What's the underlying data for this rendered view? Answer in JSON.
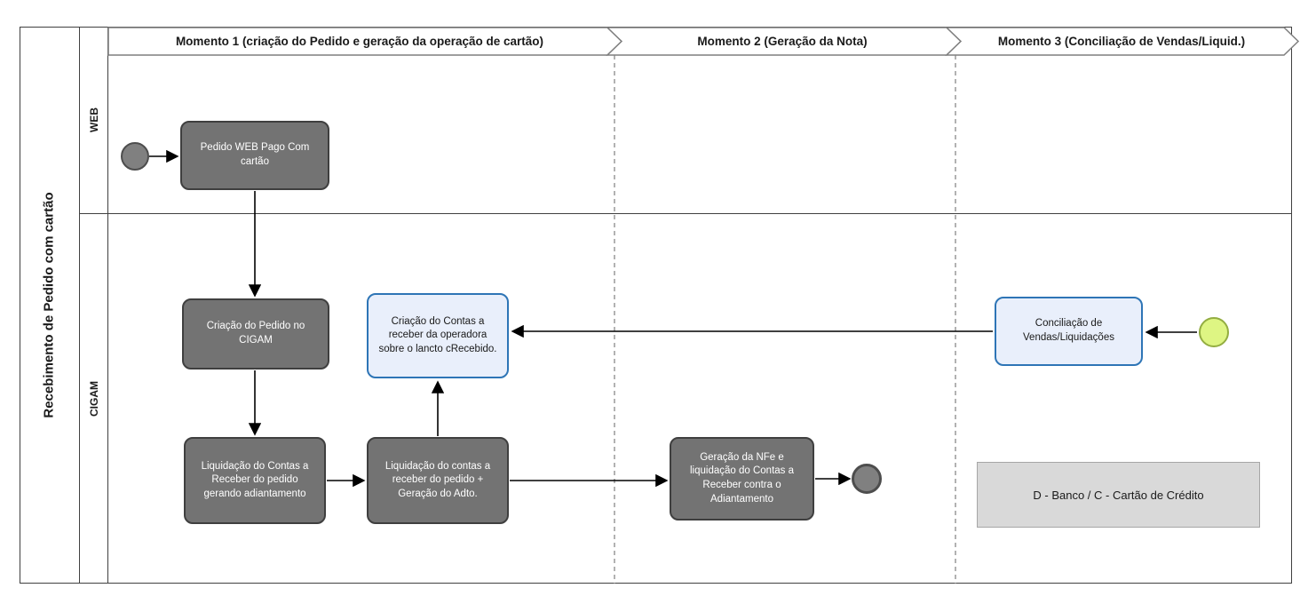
{
  "diagram": {
    "pool_title": "Recebimento de Pedido com cartão",
    "lanes": [
      {
        "id": "web",
        "label": "WEB"
      },
      {
        "id": "cigam",
        "label": "CIGAM"
      }
    ],
    "phases": [
      {
        "id": "momento1",
        "label": "Momento 1 (criação do Pedido e geração da operação de cartão)"
      },
      {
        "id": "momento2",
        "label": "Momento 2 (Geração da Nota)"
      },
      {
        "id": "momento3",
        "label": "Momento 3 (Conciliação de Vendas/Liquid.)"
      }
    ],
    "nodes": {
      "start_event": {
        "type": "start-event"
      },
      "pedido_web": {
        "label": "Pedido WEB Pago Com cartão"
      },
      "criacao_pedido": {
        "label": "Criação do Pedido no CIGAM"
      },
      "liquidacao_contas": {
        "label": "Liquidação do Contas a Receber do pedido gerando adiantamento"
      },
      "liquidacao_adto": {
        "label": "Liquidação do contas a receber do pedido + Geração do Adto."
      },
      "criacao_contas_operadora": {
        "label": "Criação do Contas a receber da operadora sobre o lancto cRecebido."
      },
      "geracao_nfe": {
        "label": "Geração da NFe e liquidação do Contas a Receber contra o Adiantamento"
      },
      "conciliacao_vendas": {
        "label": "Conciliação de Vendas/Liquidações"
      },
      "end_event": {
        "type": "end-event"
      },
      "conciliacao_start_event": {
        "type": "start-event-green"
      }
    },
    "edges": [
      {
        "from": "start_event",
        "to": "pedido_web"
      },
      {
        "from": "pedido_web",
        "to": "criacao_pedido"
      },
      {
        "from": "criacao_pedido",
        "to": "liquidacao_contas"
      },
      {
        "from": "liquidacao_contas",
        "to": "liquidacao_adto"
      },
      {
        "from": "liquidacao_adto",
        "to": "criacao_contas_operadora"
      },
      {
        "from": "liquidacao_adto",
        "to": "geracao_nfe"
      },
      {
        "from": "geracao_nfe",
        "to": "end_event"
      },
      {
        "from": "conciliacao_vendas",
        "to": "criacao_contas_operadora"
      },
      {
        "from": "conciliacao_start_event",
        "to": "conciliacao_vendas"
      }
    ],
    "annotation": {
      "label": "D - Banco / C - Cartão de Crédito"
    },
    "colors": {
      "task_fill": "#737373",
      "task_border": "#3f3f3f",
      "task_text": "#ffffff",
      "highlight_fill": "#e9effb",
      "highlight_border": "#2e75b6",
      "event_fill": "#808080",
      "event_border": "#4d4d4d",
      "green_event_fill": "#def583",
      "green_event_border": "#93ad41",
      "annotation_fill": "#d9d9d9",
      "annotation_border": "#a6a6a6",
      "frame_color": "#404040",
      "divider_color": "#7f7f7f",
      "connector_color": "#000000"
    }
  }
}
